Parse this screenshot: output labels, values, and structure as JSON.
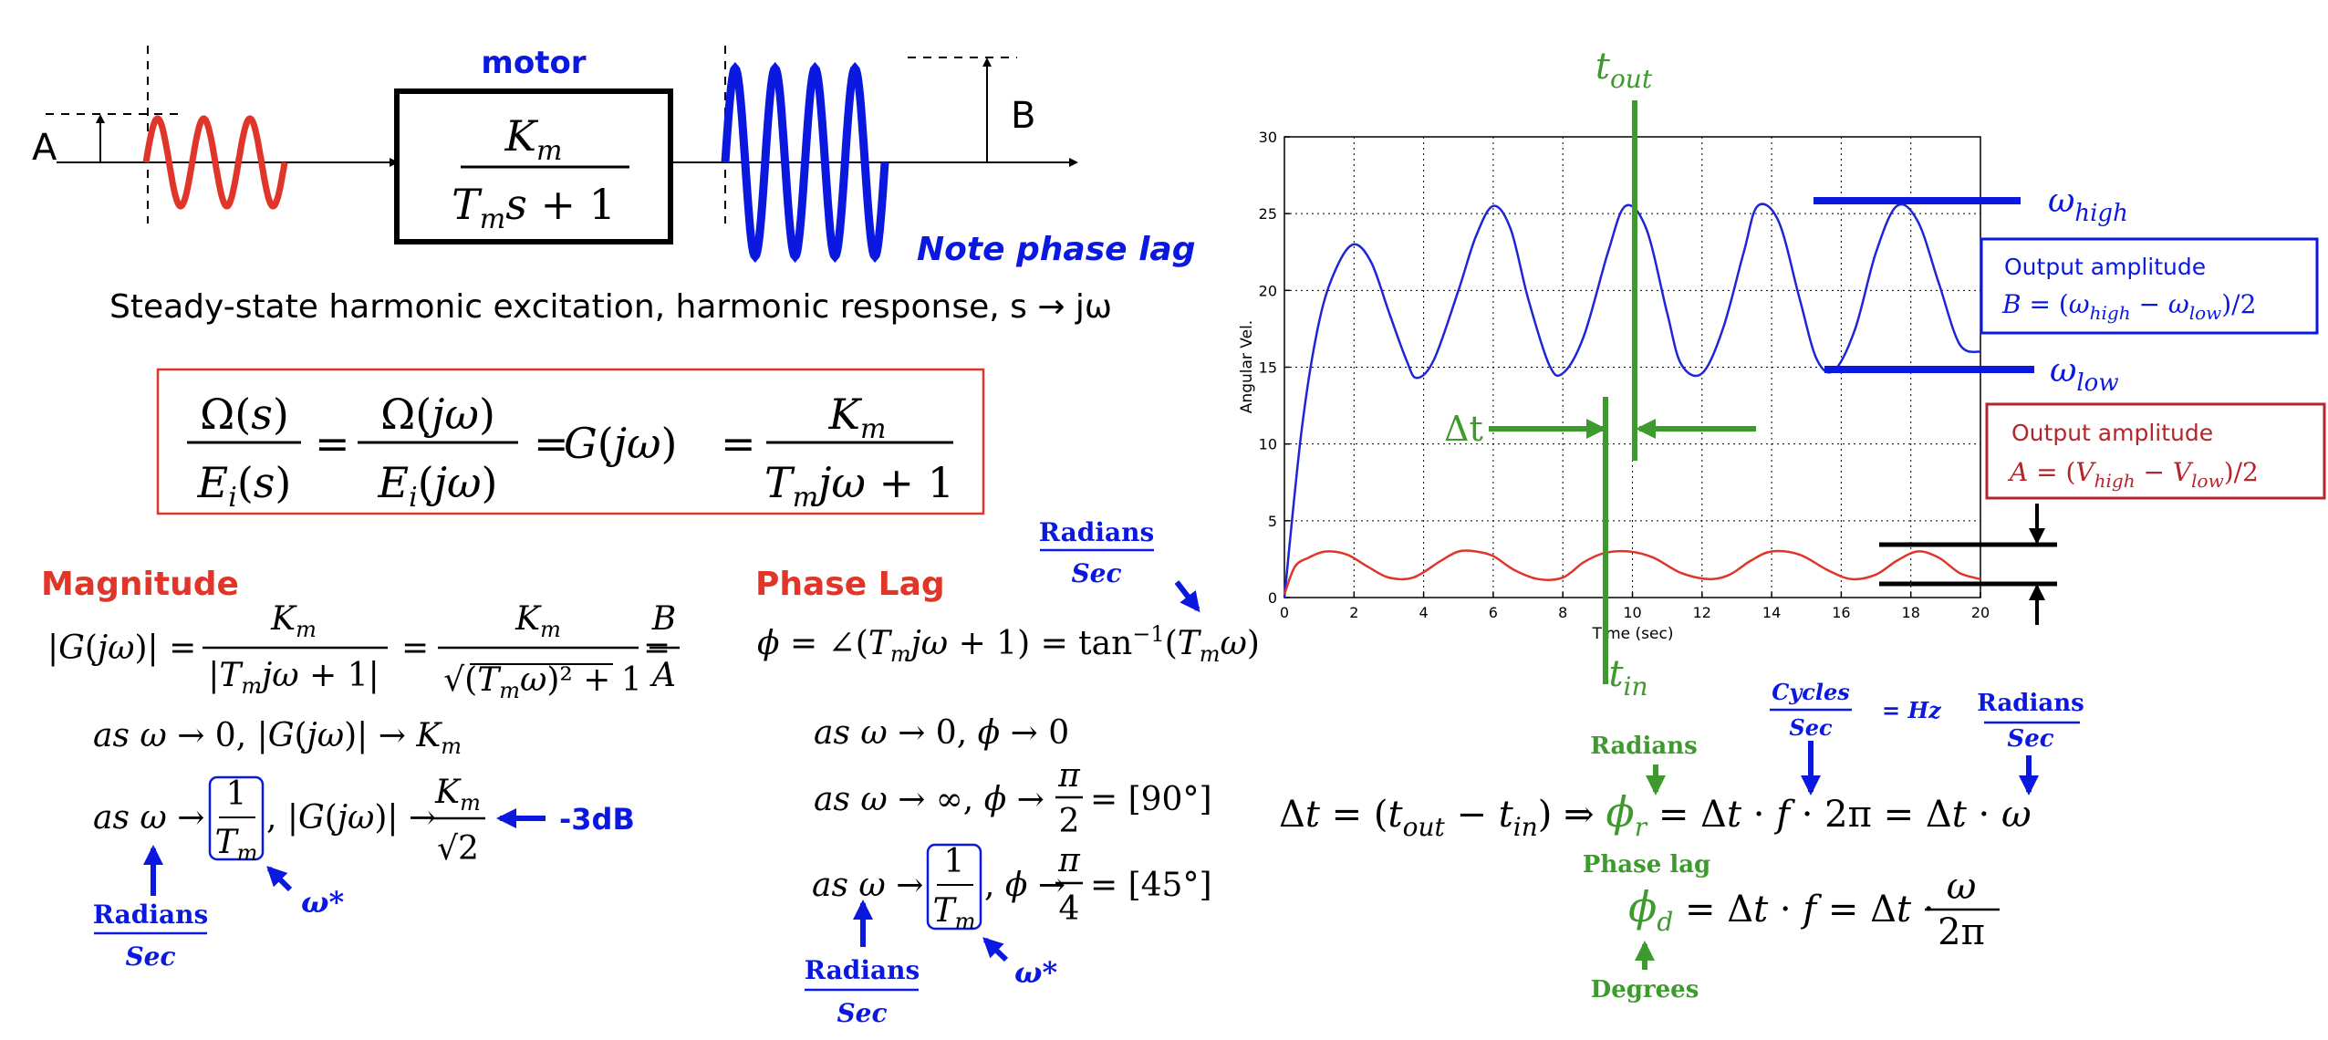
{
  "block": {
    "input_label": "A",
    "output_label": "B",
    "motor_label": "motor",
    "numerator": "Km",
    "denominator": "Tms + 1",
    "note": "Note phase lag",
    "caption": "Steady-state harmonic excitation, harmonic response, s → jω"
  },
  "tf_box": {
    "terms": [
      "Ω(s) / Ei(s)",
      "Ω(jω) / Ei(jω)",
      "G(jω)",
      "Km / (Tmjω + 1)"
    ]
  },
  "magnitude": {
    "title": "Magnitude",
    "equation": "|G(jω)| = Km/|Tmjω + 1| = Km/√((Tmω)² + 1) = B/A",
    "limit1": "as ω → 0, |G(jω)| → Km",
    "limit2": "as ω → [1/Tm], |G(jω)| → Km/√2",
    "db_label": "-3dB",
    "omega_star": "ω*",
    "units_num": "Radians",
    "units_den": "Sec"
  },
  "phase": {
    "title": "Phase Lag",
    "equation": "ϕ = ∠(Tmjω + 1) = tan⁻¹(Tmω)",
    "limit1": "as ω → 0, ϕ → 0",
    "limit2": "as ω → ∞, ϕ → π/2 = [90°]",
    "limit3": "as ω → [1/Tm], ϕ → π/4 = [45°]",
    "omega_star": "ω*",
    "units_num": "Radians",
    "units_den": "Sec",
    "top_units_num": "Radians",
    "top_units_den": "Sec"
  },
  "chart_data": {
    "type": "line",
    "xlabel": "Time (sec)",
    "ylabel": "Angular Vel.",
    "xlim": [
      0,
      20
    ],
    "ylim": [
      0,
      30
    ],
    "xticks": [
      0,
      2,
      4,
      6,
      8,
      10,
      12,
      14,
      16,
      18,
      20
    ],
    "yticks": [
      0,
      5,
      10,
      15,
      20,
      25,
      30
    ],
    "grid": true,
    "series": [
      {
        "color": "#1f25d6",
        "x": [
          0,
          0.5,
          1,
          1.5,
          2,
          2.5,
          3,
          3.5,
          3.8,
          4.3,
          5,
          5.5,
          6,
          6.5,
          7,
          7.6,
          8,
          8.6,
          9.3,
          9.8,
          10.4,
          11,
          11.4,
          12,
          12.6,
          13.2,
          13.6,
          14.2,
          14.8,
          15.3,
          15.8,
          16.4,
          17,
          17.6,
          18.2,
          18.8,
          19.4,
          20
        ],
        "y": [
          0,
          11,
          18,
          21.5,
          23,
          21.8,
          18.6,
          15.5,
          14.3,
          15.5,
          20,
          23.5,
          25.5,
          24,
          19.5,
          15.2,
          14.6,
          17,
          22.5,
          25.5,
          24,
          18.5,
          15.2,
          14.6,
          17.5,
          22.5,
          25.5,
          24.5,
          19.5,
          15.5,
          14.8,
          17.5,
          22.5,
          25.5,
          24.5,
          20.5,
          16.5,
          16
        ]
      },
      {
        "color": "#e0362a",
        "x": [
          0,
          0.3,
          0.7,
          1.2,
          1.8,
          2.4,
          3,
          3.7,
          4.5,
          5,
          5.5,
          6,
          6.6,
          7.3,
          8,
          8.6,
          9.2,
          9.9,
          10.6,
          11.4,
          12.2,
          12.8,
          13.4,
          14,
          14.8,
          15.6,
          16.3,
          17,
          17.6,
          18.2,
          18.8,
          19.4,
          20
        ],
        "y": [
          0.2,
          2,
          2.6,
          3,
          2.8,
          2,
          1.3,
          1.3,
          2.4,
          3,
          3,
          2.7,
          1.8,
          1.2,
          1.3,
          2.3,
          2.9,
          3,
          2.6,
          1.6,
          1.2,
          1.5,
          2.4,
          3,
          2.8,
          1.8,
          1.2,
          1.5,
          2.4,
          3,
          2.6,
          1.6,
          1.2
        ]
      }
    ]
  },
  "annotations": {
    "t_out": "tout",
    "t_in": "tin",
    "delta_t": "Δt",
    "omega_high": "ωhigh",
    "omega_low": "ωlow",
    "out_amp_title": "Output amplitude",
    "out_amp_eq": "B = (ωhigh − ωlow)/2",
    "in_amp_title": "Output amplitude",
    "in_amp_eq": "A = (Vhigh − Vlow)/2"
  },
  "phase_calc": {
    "equation1": "Δt = (tout − tin) ⇒ ϕr = Δt · f · 2π = Δt · ω",
    "equation2": "ϕd = Δt · f = Δt · ω/2π",
    "radians_label": "Radians",
    "phase_lag_label": "Phase lag",
    "degrees_label": "Degrees",
    "cycles_num": "Cycles",
    "cycles_den": "Sec",
    "hz": "= Hz",
    "rad_num": "Radians",
    "rad_den": "Sec"
  }
}
